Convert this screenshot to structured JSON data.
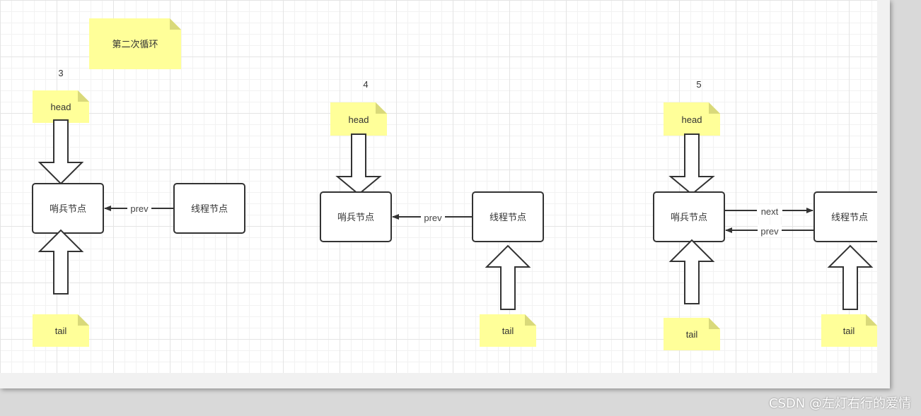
{
  "title_note": "第二次循环",
  "steps": [
    {
      "number": "3",
      "head": "head",
      "tail": "tail",
      "sentinel": "哨兵节点",
      "thread": "线程节点",
      "prev_label": "prev"
    },
    {
      "number": "4",
      "head": "head",
      "tail": "tail",
      "sentinel": "哨兵节点",
      "thread": "线程节点",
      "prev_label": "prev"
    },
    {
      "number": "5",
      "head": "head",
      "tail": "tail",
      "sentinel": "哨兵节点",
      "thread": "线程节点",
      "prev_label": "prev",
      "next_label": "next"
    }
  ],
  "watermark": "CSDN @左灯右行的爱情",
  "colors": {
    "note_fill": "#ffff99",
    "note_fold": "#d9d97a",
    "stroke": "#333333",
    "arrow_fill": "#ffffff"
  }
}
